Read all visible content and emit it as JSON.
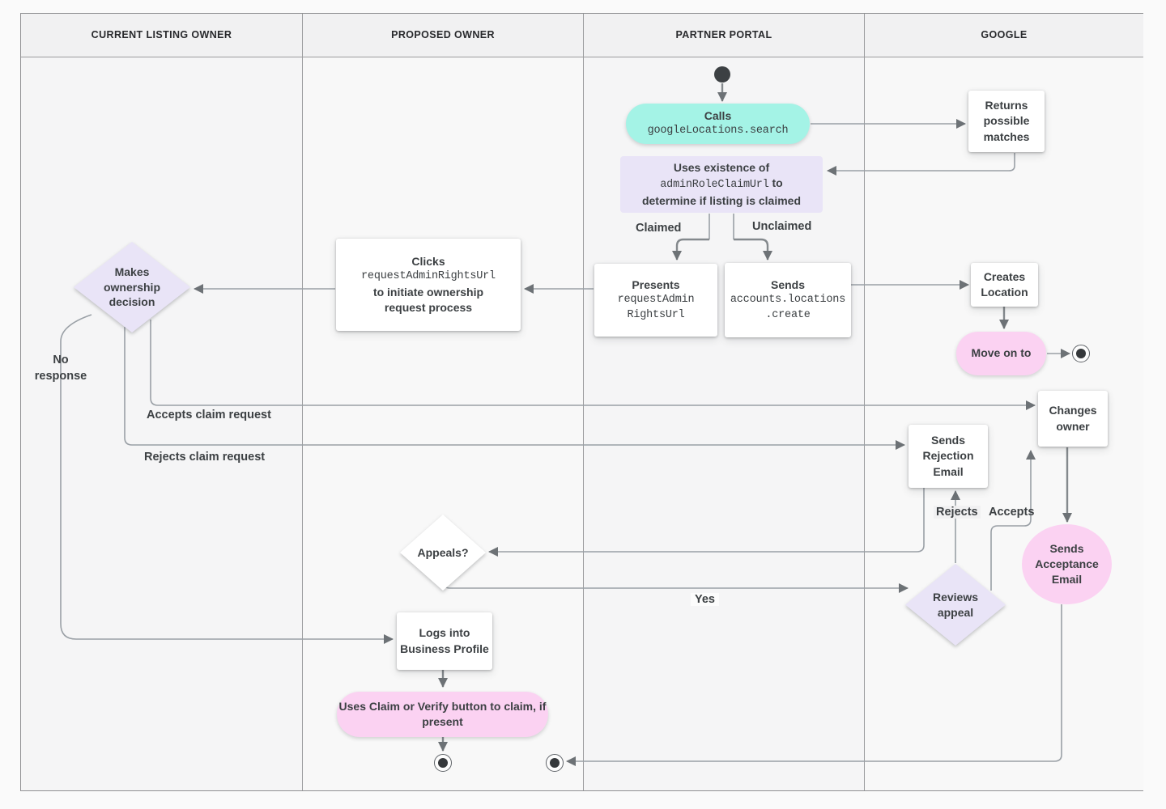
{
  "lanes": [
    {
      "label": "CURRENT LISTING OWNER"
    },
    {
      "label": "PROPOSED OWNER"
    },
    {
      "label": "PARTNER PORTAL"
    },
    {
      "label": "GOOGLE"
    }
  ],
  "nodes": {
    "calls_search": {
      "title": "Calls",
      "code": "googleLocations.search"
    },
    "returns_matches": {
      "text": "Returns possible matches"
    },
    "uses_existence": {
      "line1": "Uses existence of",
      "code": "adminRoleClaimUrl",
      "line2_suffix": " to",
      "line3": "determine if listing is claimed"
    },
    "presents_url": {
      "title": "Presents",
      "code1": "requestAdmin",
      "code2": "RightsUrl"
    },
    "sends_create": {
      "title": "Sends",
      "code1": "accounts.locations",
      "code2": ".create"
    },
    "clicks_url": {
      "title": "Clicks",
      "code": "requestAdminRightsUrl",
      "line3": "to initiate ownership",
      "line4": "request process"
    },
    "makes_decision": {
      "text": "Makes ownership decision"
    },
    "creates_location": {
      "text": "Creates Location"
    },
    "move_on_to": {
      "text": "Move on to"
    },
    "sends_rejection": {
      "text": "Sends Rejection Email"
    },
    "changes_owner": {
      "text": "Changes owner"
    },
    "sends_acceptance": {
      "text": "Sends Acceptance Email"
    },
    "reviews_appeal": {
      "text": "Reviews appeal"
    },
    "appeals": {
      "text": "Appeals?"
    },
    "logs_in": {
      "text": "Logs into Business Profile"
    },
    "uses_claim": {
      "text": "Uses Claim or Verify button to claim, if present"
    }
  },
  "edge_labels": {
    "claimed": "Claimed",
    "unclaimed": "Unclaimed",
    "no_response": "No response",
    "accepts_claim": "Accepts claim request",
    "rejects_claim": "Rejects claim request",
    "rejects": "Rejects",
    "accepts": "Accepts",
    "yes": "Yes"
  },
  "colors": {
    "teal": "#a4f3e6",
    "pink": "#fbd2f2",
    "lavender": "#e9e4f7",
    "text": "#3c4043",
    "line": "#9aa0a6"
  }
}
